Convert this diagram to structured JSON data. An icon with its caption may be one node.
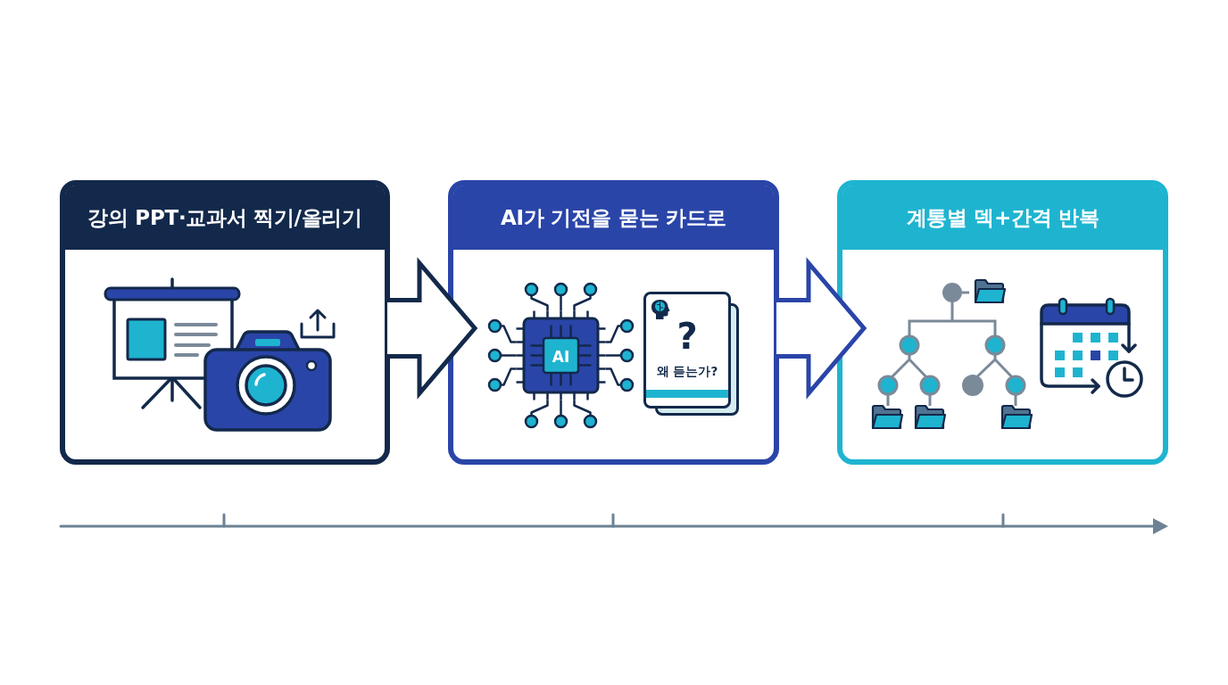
{
  "diagram": {
    "nodes": [
      {
        "text": [
          "강의 PPT·교과서 찍기/올리기"
        ]
      },
      {
        "text": [
          "AI가 기전을 묻는 카드로"
        ]
      },
      {
        "text": [
          "계통별 덱+간격 반복"
        ]
      }
    ],
    "edges": [
      {
        "from": 0,
        "to": 1,
        "arrow": "to",
        "color": "#13294b"
      },
      {
        "from": 1,
        "to": 2,
        "arrow": "to",
        "color": "#2a45a8"
      }
    ],
    "labels": [
      "AI",
      "?",
      "왜 듣는가?"
    ]
  }
}
